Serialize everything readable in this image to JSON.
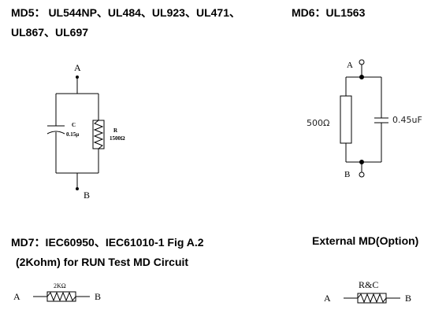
{
  "md5": {
    "title_line1": "MD5： UL544NP、UL484、UL923、UL471、",
    "title_line2": "UL867、UL697",
    "node_a": "A",
    "node_b": "B",
    "cap_name": "C",
    "cap_value": "0.15μ",
    "res_name": "R",
    "res_value": "1500Ω"
  },
  "md6": {
    "title": "MD6：UL1563",
    "node_a": "A",
    "node_b": "B",
    "res_value": "500Ω",
    "cap_value": "0.45uF"
  },
  "md7": {
    "title_line1": "MD7：IEC60950、IEC61010-1 Fig A.2",
    "title_line2": "(2Kohm) for RUN Test MD Circuit",
    "node_a": "A",
    "node_b": "B",
    "res_value": "2KΩ"
  },
  "external": {
    "title": "External MD(Option)",
    "node_a": "A",
    "node_b": "B",
    "res_value": "R&C"
  }
}
